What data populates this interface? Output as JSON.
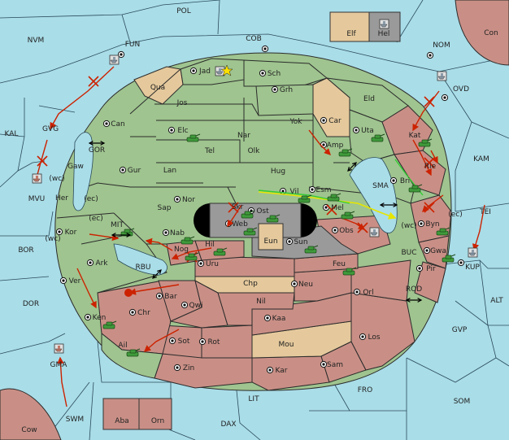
{
  "map": {
    "colors": {
      "sea": "#a9dde8",
      "green": "#9fc48f",
      "red": "#c98f86",
      "tan": "#e5c99c",
      "grey": "#9a9a9a",
      "hole": "#000000",
      "order": "#cc2200",
      "support": "#e6e600",
      "convoy": "#33cc33"
    },
    "provinces": [
      {
        "id": "pol",
        "label": "POL",
        "kind": "sea"
      },
      {
        "id": "nvm",
        "label": "NVM",
        "kind": "sea"
      },
      {
        "id": "fun",
        "label": "FUN",
        "kind": "sea"
      },
      {
        "id": "cob",
        "label": "COB",
        "kind": "sea"
      },
      {
        "id": "nom",
        "label": "NOM",
        "kind": "sea"
      },
      {
        "id": "con",
        "label": "Con",
        "kind": "red"
      },
      {
        "id": "elf",
        "label": "Elf",
        "kind": "tan"
      },
      {
        "id": "hel",
        "label": "Hel",
        "kind": "grey"
      },
      {
        "id": "kal",
        "label": "KAL",
        "kind": "sea"
      },
      {
        "id": "ovd",
        "label": "OVD",
        "kind": "sea"
      },
      {
        "id": "kam",
        "label": "KAM",
        "kind": "sea"
      },
      {
        "id": "tei",
        "label": "TEI",
        "kind": "sea"
      },
      {
        "id": "bor",
        "label": "BOR",
        "kind": "sea"
      },
      {
        "id": "dor",
        "label": "DOR",
        "kind": "sea"
      },
      {
        "id": "alt",
        "label": "ALT",
        "kind": "sea"
      },
      {
        "id": "gvp",
        "label": "GVP",
        "kind": "sea"
      },
      {
        "id": "som",
        "label": "SOM",
        "kind": "sea"
      },
      {
        "id": "fro",
        "label": "FRO",
        "kind": "sea"
      },
      {
        "id": "lit",
        "label": "LIT",
        "kind": "sea"
      },
      {
        "id": "swm",
        "label": "SWM",
        "kind": "sea"
      },
      {
        "id": "dax",
        "label": "DAX",
        "kind": "sea"
      },
      {
        "id": "cow",
        "label": "Cow",
        "kind": "red"
      },
      {
        "id": "aba",
        "label": "Aba",
        "kind": "red"
      },
      {
        "id": "orn",
        "label": "Orn",
        "kind": "red"
      },
      {
        "id": "gma",
        "label": "GMA",
        "kind": "sea"
      },
      {
        "id": "mvu",
        "label": "MVU",
        "kind": "sea"
      },
      {
        "id": "gvg",
        "label": "GVG",
        "kind": "sea"
      },
      {
        "id": "gor",
        "label": "GOR",
        "kind": "sea"
      },
      {
        "id": "mit",
        "label": "MIT",
        "kind": "sea"
      },
      {
        "id": "rbu",
        "label": "RBU",
        "kind": "sea"
      },
      {
        "id": "sma",
        "label": "SMA",
        "kind": "sea"
      },
      {
        "id": "buc",
        "label": "BUC",
        "kind": "sea"
      },
      {
        "id": "rod",
        "label": "ROD",
        "kind": "sea"
      },
      {
        "id": "kup",
        "label": "KUP",
        "kind": "sea"
      },
      {
        "id": "jad",
        "label": "Jad",
        "kind": "green"
      },
      {
        "id": "sch",
        "label": "Sch",
        "kind": "green"
      },
      {
        "id": "qua",
        "label": "Qua",
        "kind": "tan"
      },
      {
        "id": "jos",
        "label": "Jos",
        "kind": "green"
      },
      {
        "id": "grh",
        "label": "Grh",
        "kind": "green"
      },
      {
        "id": "eld",
        "label": "Eld",
        "kind": "green"
      },
      {
        "id": "can",
        "label": "Can",
        "kind": "green"
      },
      {
        "id": "car",
        "label": "Car",
        "kind": "tan"
      },
      {
        "id": "yok",
        "label": "Yok",
        "kind": "green"
      },
      {
        "id": "elc",
        "label": "Elc",
        "kind": "green"
      },
      {
        "id": "nar",
        "label": "Nar",
        "kind": "green"
      },
      {
        "id": "uta",
        "label": "Uta",
        "kind": "green"
      },
      {
        "id": "kat",
        "label": "Kat",
        "kind": "red"
      },
      {
        "id": "amp",
        "label": "Amp",
        "kind": "green"
      },
      {
        "id": "tel",
        "label": "Tel",
        "kind": "green"
      },
      {
        "id": "olk",
        "label": "Olk",
        "kind": "green"
      },
      {
        "id": "gaw",
        "label": "Gaw",
        "kind": "green"
      },
      {
        "id": "gur",
        "label": "Gur",
        "kind": "green"
      },
      {
        "id": "lan",
        "label": "Lan",
        "kind": "green"
      },
      {
        "id": "hug",
        "label": "Hug",
        "kind": "green"
      },
      {
        "id": "rie",
        "label": "Rie",
        "kind": "red"
      },
      {
        "id": "esm",
        "label": "Esm",
        "kind": "green"
      },
      {
        "id": "bri",
        "label": "Bri",
        "kind": "green"
      },
      {
        "id": "her",
        "label": "Her",
        "kind": "green"
      },
      {
        "id": "nor",
        "label": "Nor",
        "kind": "green"
      },
      {
        "id": "skr",
        "label": "Skr",
        "kind": "grey"
      },
      {
        "id": "vil",
        "label": "Vil",
        "kind": "green"
      },
      {
        "id": "mel",
        "label": "Mel",
        "kind": "green"
      },
      {
        "id": "sap",
        "label": "Sap",
        "kind": "green"
      },
      {
        "id": "ost",
        "label": "Ost",
        "kind": "grey"
      },
      {
        "id": "web",
        "label": "Web",
        "kind": "grey"
      },
      {
        "id": "byn",
        "label": "Byn",
        "kind": "red"
      },
      {
        "id": "kor",
        "label": "Kor",
        "kind": "green"
      },
      {
        "id": "nab",
        "label": "Nab",
        "kind": "green"
      },
      {
        "id": "obs",
        "label": "Obs",
        "kind": "red"
      },
      {
        "id": "eun",
        "label": "Eun",
        "kind": "tan"
      },
      {
        "id": "sun",
        "label": "Sun",
        "kind": "grey"
      },
      {
        "id": "gwa",
        "label": "Gwa",
        "kind": "red"
      },
      {
        "id": "nog",
        "label": "Nog",
        "kind": "red"
      },
      {
        "id": "hil",
        "label": "Hil",
        "kind": "red"
      },
      {
        "id": "ark",
        "label": "Ark",
        "kind": "green"
      },
      {
        "id": "uru",
        "label": "Uru",
        "kind": "red"
      },
      {
        "id": "feu",
        "label": "Feu",
        "kind": "red"
      },
      {
        "id": "pir",
        "label": "Pir",
        "kind": "red"
      },
      {
        "id": "chp",
        "label": "Chp",
        "kind": "tan"
      },
      {
        "id": "neu",
        "label": "Neu",
        "kind": "red"
      },
      {
        "id": "orl",
        "label": "Orl",
        "kind": "red"
      },
      {
        "id": "ver",
        "label": "Ver",
        "kind": "green"
      },
      {
        "id": "bar",
        "label": "Bar",
        "kind": "red"
      },
      {
        "id": "nil",
        "label": "Nil",
        "kind": "red"
      },
      {
        "id": "qwi",
        "label": "Qwi",
        "kind": "red"
      },
      {
        "id": "chr",
        "label": "Chr",
        "kind": "red"
      },
      {
        "id": "kaa",
        "label": "Kaa",
        "kind": "red"
      },
      {
        "id": "ken",
        "label": "Ken",
        "kind": "green"
      },
      {
        "id": "los",
        "label": "Los",
        "kind": "red"
      },
      {
        "id": "sot",
        "label": "Sot",
        "kind": "red"
      },
      {
        "id": "rot",
        "label": "Rot",
        "kind": "red"
      },
      {
        "id": "mou",
        "label": "Mou",
        "kind": "tan"
      },
      {
        "id": "ail",
        "label": "Ail",
        "kind": "green"
      },
      {
        "id": "sam",
        "label": "Sam",
        "kind": "red"
      },
      {
        "id": "zin",
        "label": "Zin",
        "kind": "red"
      },
      {
        "id": "kar",
        "label": "Kar",
        "kind": "red"
      }
    ],
    "coast_labels": [
      "(wc)",
      "(ec)",
      "(ec)",
      "(wc)",
      "(wc)",
      "(ec)"
    ],
    "units": [
      {
        "loc": "jad",
        "type": "fleet",
        "color": "grey"
      },
      {
        "loc": "elc",
        "type": "army",
        "color": "green"
      },
      {
        "loc": "amp",
        "type": "army",
        "color": "green"
      },
      {
        "loc": "uta",
        "type": "army",
        "color": "green"
      },
      {
        "loc": "kat",
        "type": "army",
        "color": "green"
      },
      {
        "loc": "gvg",
        "type": "fleet",
        "color": "grey"
      },
      {
        "loc": "mvu",
        "type": "fleet",
        "color": "red"
      },
      {
        "loc": "ovd",
        "type": "fleet",
        "color": "grey"
      },
      {
        "loc": "vil",
        "type": "army",
        "color": "green"
      },
      {
        "loc": "esm",
        "type": "army",
        "color": "green"
      },
      {
        "loc": "bri",
        "type": "army",
        "color": "green"
      },
      {
        "loc": "skr",
        "type": "army",
        "color": "green"
      },
      {
        "loc": "web",
        "type": "army",
        "color": "green"
      },
      {
        "loc": "ost",
        "type": "army",
        "color": "green"
      },
      {
        "loc": "mel",
        "type": "army",
        "color": "green"
      },
      {
        "loc": "byn",
        "type": "army",
        "color": "green"
      },
      {
        "loc": "obs",
        "type": "fleet",
        "color": "grey"
      },
      {
        "loc": "mit",
        "type": "army",
        "color": "green"
      },
      {
        "loc": "nab",
        "type": "army",
        "color": "green"
      },
      {
        "loc": "nog",
        "type": "army",
        "color": "green"
      },
      {
        "loc": "hil",
        "type": "army",
        "color": "green"
      },
      {
        "loc": "sun",
        "type": "army",
        "color": "green"
      },
      {
        "loc": "feu",
        "type": "army",
        "color": "green"
      },
      {
        "loc": "kup",
        "type": "fleet",
        "color": "grey"
      },
      {
        "loc": "ken",
        "type": "army",
        "color": "green"
      },
      {
        "loc": "ail",
        "type": "army",
        "color": "green"
      },
      {
        "loc": "gma",
        "type": "fleet",
        "color": "red"
      },
      {
        "loc": "hel",
        "type": "fleet",
        "color": "grey"
      },
      {
        "loc": "gwa",
        "type": "army",
        "color": "green"
      }
    ]
  }
}
